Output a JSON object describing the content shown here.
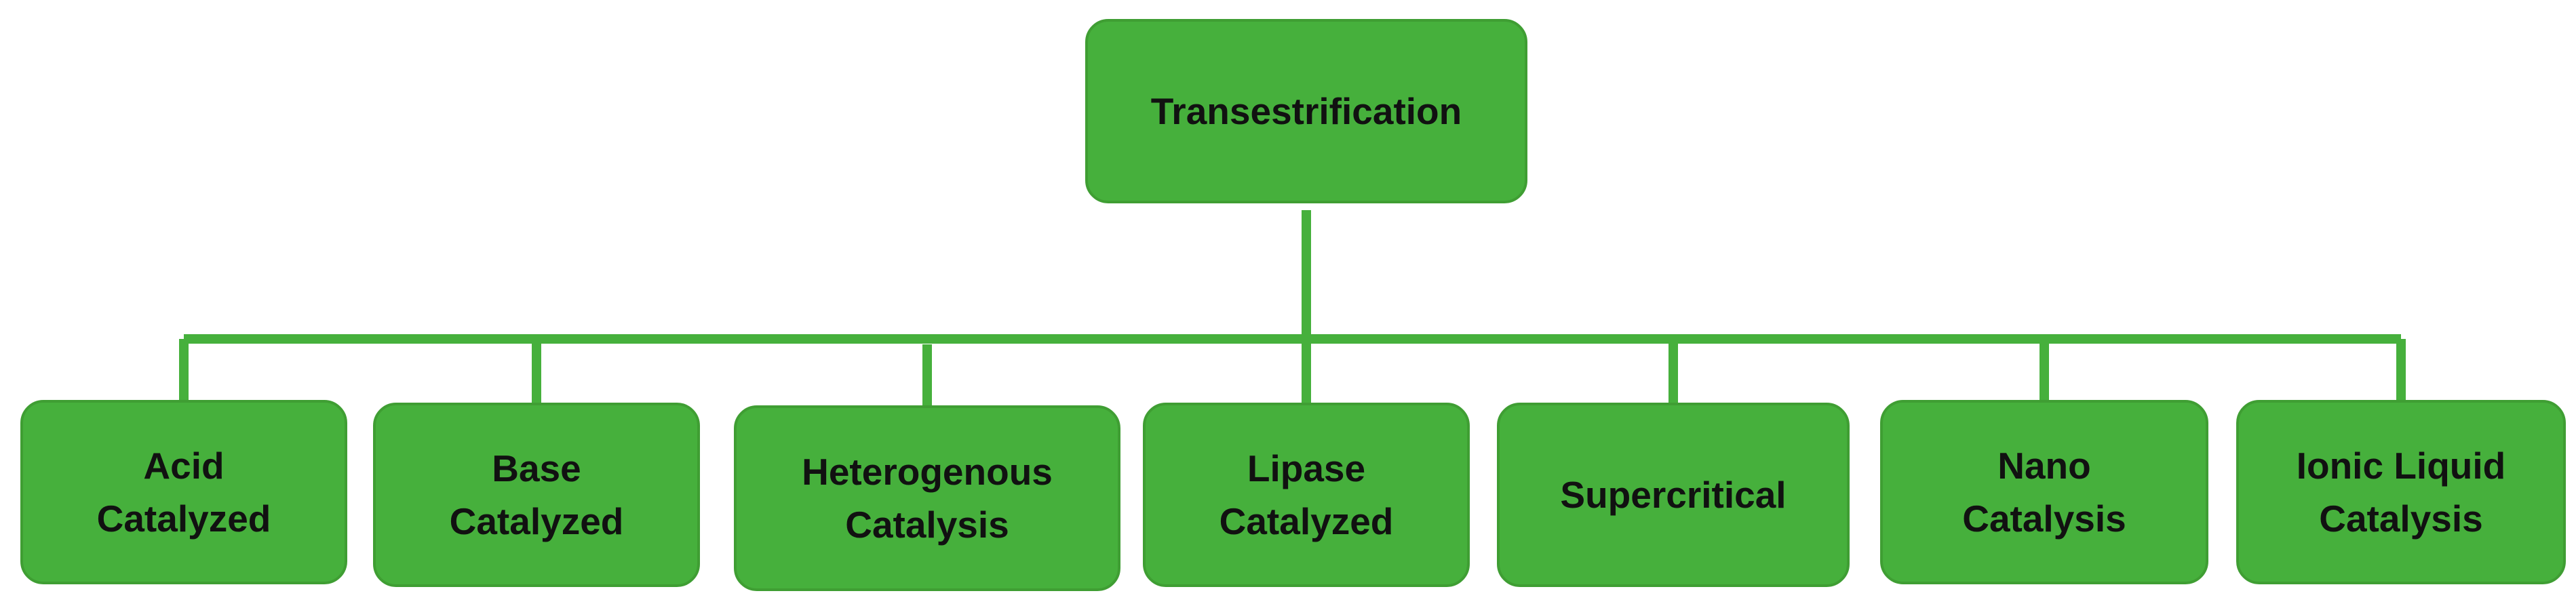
{
  "colors": {
    "node_fill": "#46b03c",
    "node_border": "#3f9e33",
    "connector": "#46b03c",
    "text": "#111111"
  },
  "root": {
    "label": "Transestrification"
  },
  "children": [
    {
      "label": "Acid\nCatalyzed"
    },
    {
      "label": "Base\nCatalyzed"
    },
    {
      "label": "Heterogenous\nCatalysis"
    },
    {
      "label": "Lipase\nCatalyzed"
    },
    {
      "label": "Supercritical"
    },
    {
      "label": "Nano\nCatalysis"
    },
    {
      "label": "Ionic Liquid\nCatalysis"
    }
  ]
}
